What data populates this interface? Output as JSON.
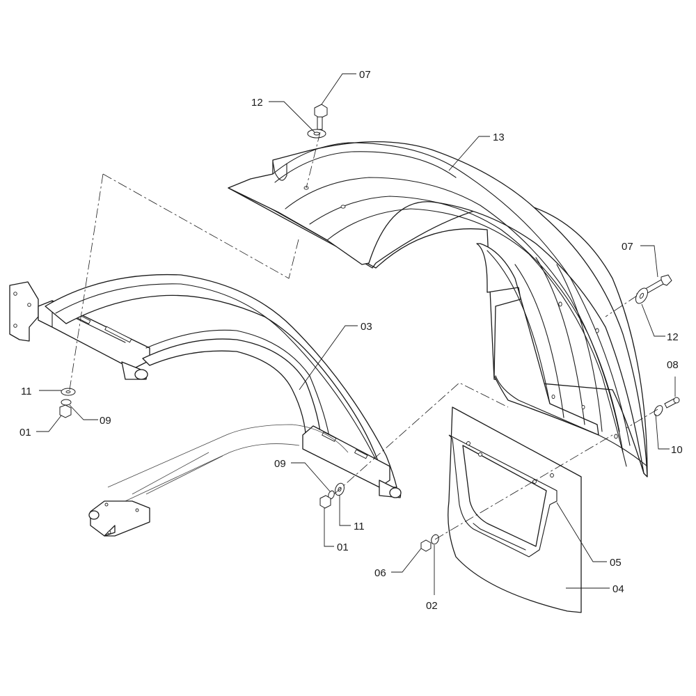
{
  "callouts": [
    {
      "id": "c07a",
      "label": "07"
    },
    {
      "id": "c12a",
      "label": "12"
    },
    {
      "id": "c13",
      "label": "13"
    },
    {
      "id": "c07b",
      "label": "07"
    },
    {
      "id": "c12b",
      "label": "12"
    },
    {
      "id": "c03",
      "label": "03"
    },
    {
      "id": "c08",
      "label": "08"
    },
    {
      "id": "c10",
      "label": "10"
    },
    {
      "id": "c11a",
      "label": "11"
    },
    {
      "id": "c09a",
      "label": "09"
    },
    {
      "id": "c01a",
      "label": "01"
    },
    {
      "id": "c09b",
      "label": "09"
    },
    {
      "id": "c11b",
      "label": "11"
    },
    {
      "id": "c01b",
      "label": "01"
    },
    {
      "id": "c05",
      "label": "05"
    },
    {
      "id": "c06",
      "label": "06"
    },
    {
      "id": "c04",
      "label": "04"
    },
    {
      "id": "c02",
      "label": "02"
    }
  ]
}
